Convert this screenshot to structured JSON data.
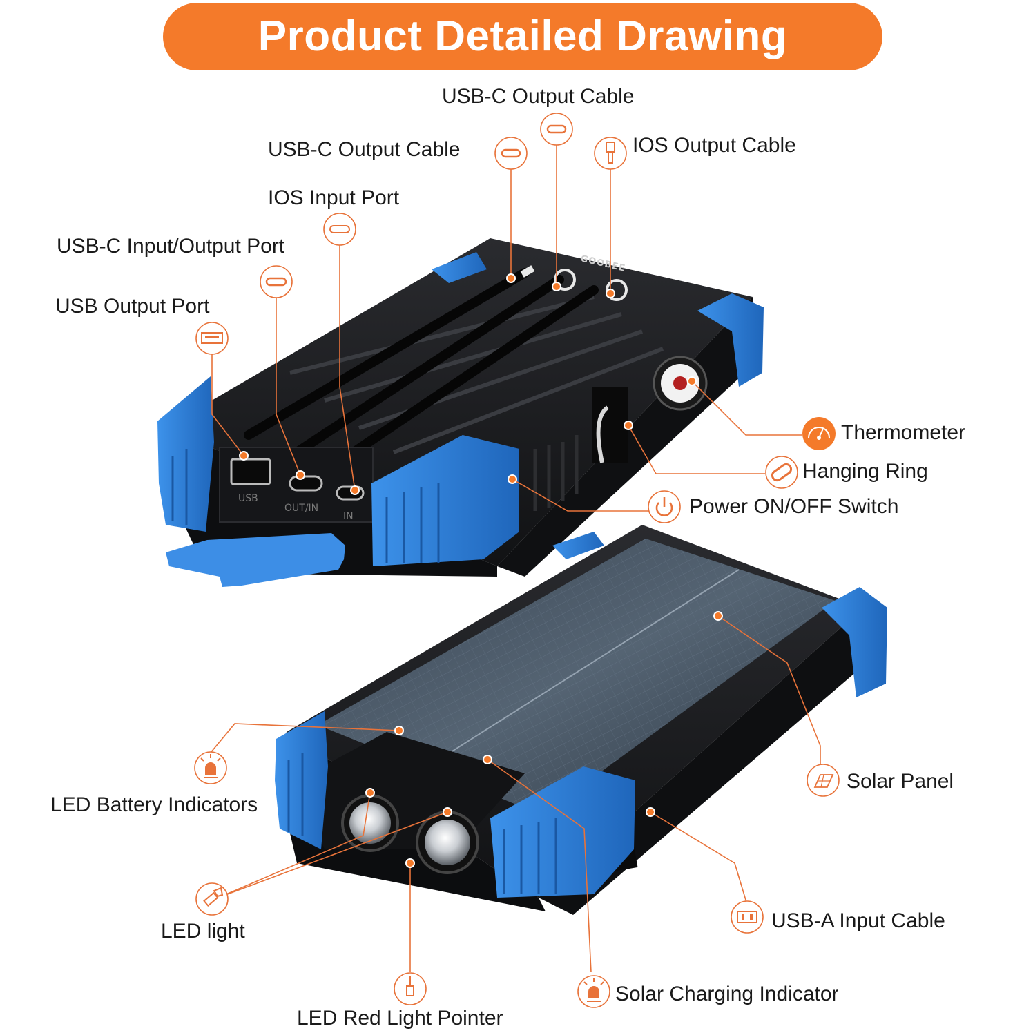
{
  "title": "Product  Detailed Drawing",
  "brand": "GOOBEE",
  "port_labels": {
    "usb": "USB",
    "out_in": "OUT/IN",
    "in": "IN"
  },
  "colors": {
    "accent": "#f47a2a",
    "bumper": "#2f7fd6",
    "body": "#1b1c1f",
    "panel": "#2b3a4a"
  },
  "labels": {
    "usbc_output_cable_top": "USB-C Output Cable",
    "usbc_output_cable_left": "USB-C Output Cable",
    "ios_output_cable": "IOS Output Cable",
    "ios_input_port": "IOS Input Port",
    "usbc_input_output_port": "USB-C Input/Output Port",
    "usb_output_port": "USB Output Port",
    "thermometer": "Thermometer",
    "hanging_ring": "Hanging Ring",
    "power_switch": "Power ON/OFF Switch",
    "solar_panel": "Solar Panel",
    "led_battery_indicators": "LED Battery Indicators",
    "led_light": "LED light",
    "usba_input_cable": "USB-A Input Cable",
    "solar_charging_indicator": "Solar Charging Indicator",
    "led_red_light_pointer": "LED Red Light Pointer"
  },
  "icons": [
    "usb-c-icon",
    "lightning-icon",
    "usb-a-icon",
    "thermometer-icon",
    "carabiner-icon",
    "power-icon",
    "solar-panel-icon",
    "led-bulb-icon",
    "flashlight-icon",
    "laser-pointer-icon"
  ]
}
